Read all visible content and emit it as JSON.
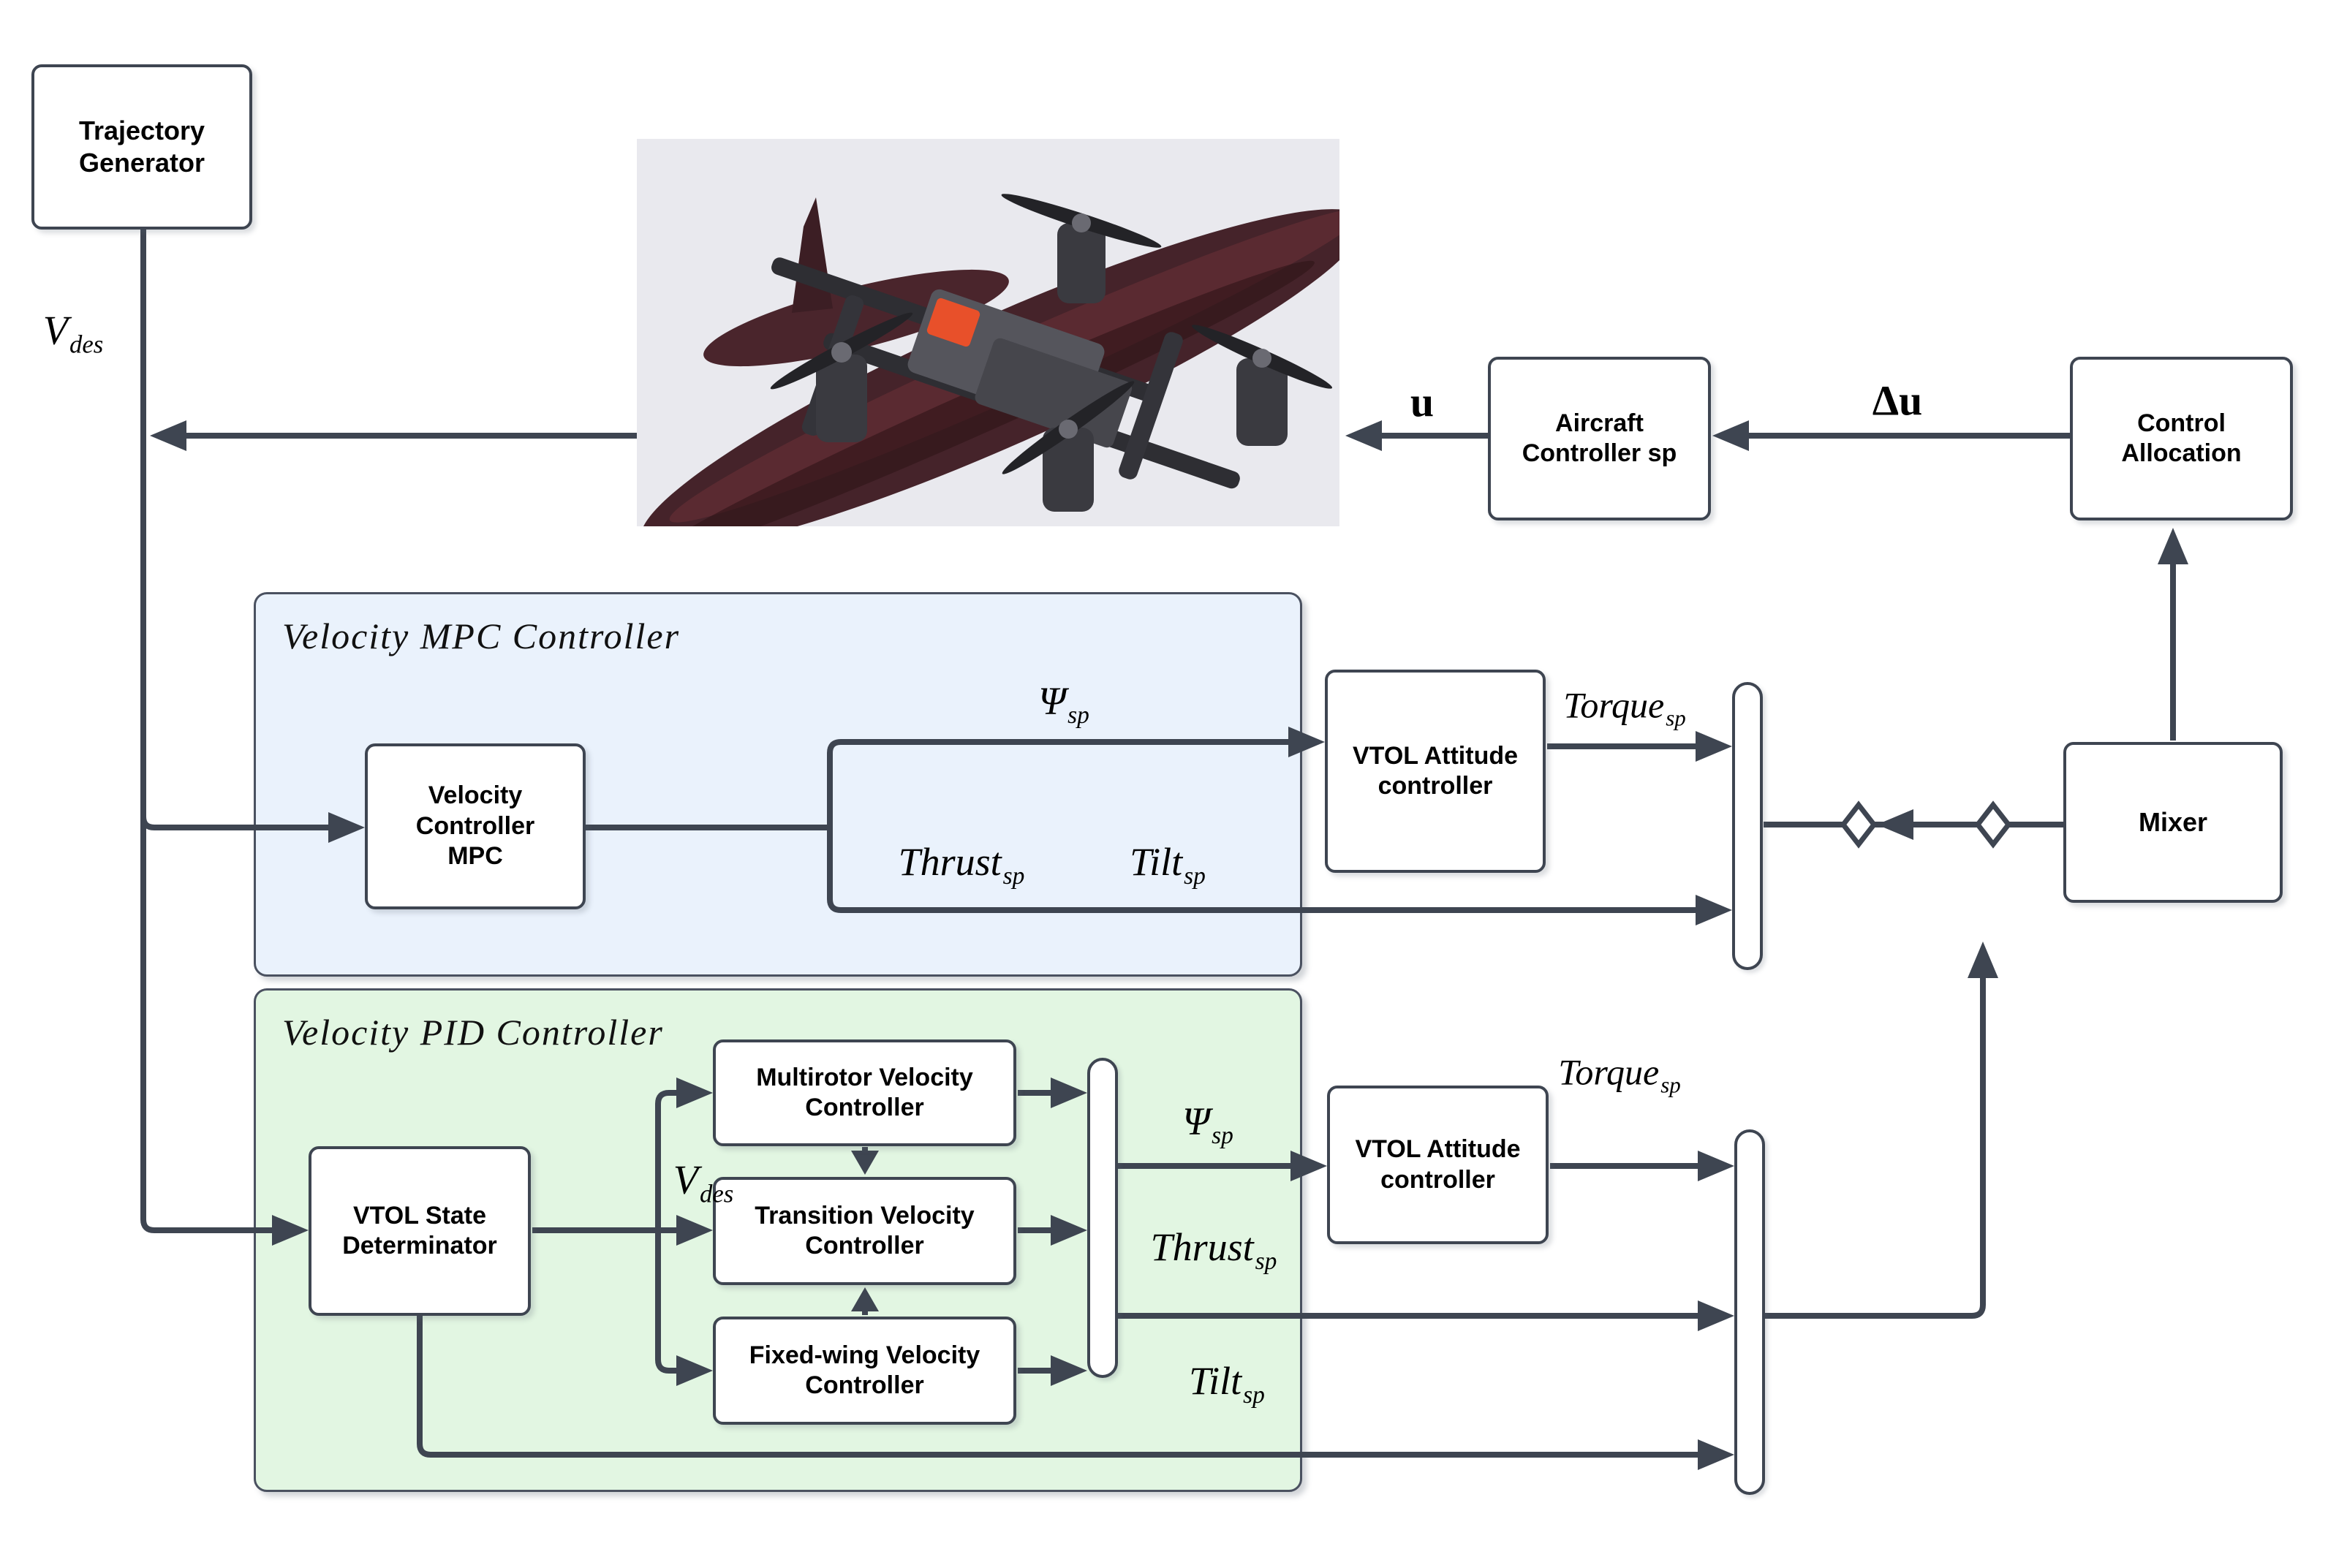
{
  "diagram": {
    "panels": {
      "mpc": {
        "title": "Velocity MPC Controller"
      },
      "pid": {
        "title": "Velocity PID Controller"
      }
    },
    "nodes": {
      "trajectory_generator": "Trajectory\nGenerator",
      "aircraft_controller_sp": "Aircraft\nController sp",
      "control_allocation": "Control\nAllocation",
      "mixer": "Mixer",
      "velocity_controller_mpc": "Velocity\nController\nMPC",
      "vtol_attitude_controller_mpc": "VTOL Attitude\ncontroller",
      "vtol_state_determinator": "VTOL State\nDeterminator",
      "multirotor_velocity_controller": "Multirotor Velocity\nController",
      "transition_velocity_controller": "Transition Velocity\nController",
      "fixedwing_velocity_controller": "Fixed-wing Velocity\nController",
      "vtol_attitude_controller_pid": "VTOL Attitude\ncontroller"
    },
    "signals": {
      "v_des_top": {
        "base": "V",
        "sub": "des"
      },
      "u": "u",
      "delta_u": "Δu",
      "psi_mpc": {
        "base": "Ψ",
        "sub": "sp"
      },
      "thrust_mpc": {
        "base": "Thrust",
        "sub": "sp"
      },
      "tilt_mpc": {
        "base": "Tilt",
        "sub": "sp"
      },
      "torque_mpc": {
        "base": "Torque",
        "sub": "sp"
      },
      "v_des_pid": {
        "base": "V",
        "sub": "des"
      },
      "psi_pid": {
        "base": "Ψ",
        "sub": "sp"
      },
      "thrust_pid": {
        "base": "Thrust",
        "sub": "sp"
      },
      "tilt_pid": {
        "base": "Tilt",
        "sub": "sp"
      },
      "torque_pid": {
        "base": "Torque",
        "sub": "sp"
      }
    },
    "colors": {
      "line": "#3e4551",
      "mpc_panel_fill": "#eaf2fc",
      "pid_panel_fill": "#e2f6e2",
      "box_fill": "#ffffff",
      "image_background": "#e9e9ee",
      "aircraft_wing": "#45232a",
      "accent_orange": "#e8502a"
    }
  }
}
